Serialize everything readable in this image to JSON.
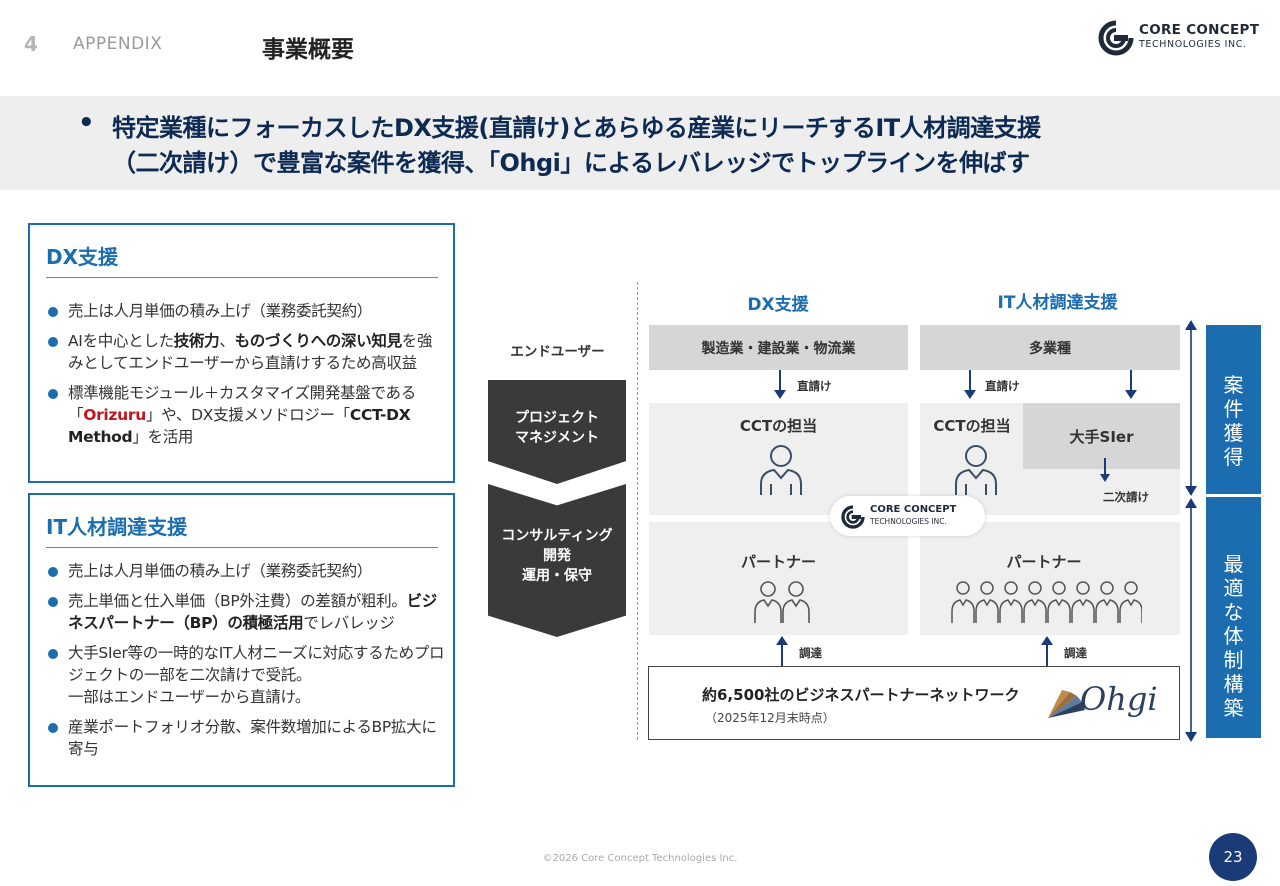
{
  "header": {
    "section_number": "4",
    "section_label": "APPENDIX",
    "page_title": "事業概要",
    "logo_line1": "CORE CONCEPT",
    "logo_line2": "TECHNOLOGIES INC."
  },
  "lead": {
    "bullet": "•",
    "line1": "特定業種にフォーカスしたDX支援(直請け)とあらゆる産業にリーチするIT人材調達支援",
    "line2": "（二次請け）で豊富な案件を獲得、「Ohgi」によるレバレッジでトップラインを伸ばす"
  },
  "dx_panel": {
    "title": "DX支援",
    "b1": "売上は人月単価の積み上げ（業務委託契約）",
    "b2_pre": "AIを中心とした",
    "b2_bold1": "技術力",
    "b2_mid": "、",
    "b2_bold2": "ものづくりへの深い知見",
    "b2_post": "を強みとしてエンドユーザーから直請けするため高収益",
    "b3_pre": "標準機能モジュール＋カスタマイズ開発基盤である「",
    "b3_red": "Orizuru",
    "b3_mid": "」や、DX支援メソドロジー「",
    "b3_bold": "CCT-DX Method",
    "b3_post": "」を活用"
  },
  "it_panel": {
    "title": "IT人材調達支援",
    "b1": "売上は人月単価の積み上げ（業務委託契約）",
    "b2_pre": "売上単価と仕入単価（BP外注費）の差額が粗利。",
    "b2_bold": "ビジネスパートナー（BP）の積極活用",
    "b2_post": "でレバレッジ",
    "b3_line1": "大手SIer等の一時的なIT人材ニーズに対応するためプロジェクトの一部を二次請けで受託。",
    "b3_line2": "一部はエンドユーザーから直請け。",
    "b4": "産業ポートフォリオ分散、案件数増加によるBP拡大に寄与"
  },
  "diagram": {
    "col_dx": "DX支援",
    "col_it": "IT人材調達支援",
    "end_user": "エンドユーザー",
    "industry_dx": "製造業・建設業・物流業",
    "industry_it": "多業種",
    "direct_1": "直請け",
    "direct_2": "直請け",
    "cct_dx": "CCTの担当",
    "cct_it": "CCTの担当",
    "sier": "大手SIer",
    "secondary": "二次請け",
    "pm_line1": "プロジェクト",
    "pm_line2": "マネジメント",
    "cons_line1": "コンサルティング",
    "cons_line2": "開発",
    "cons_line3": "運用・保守",
    "partner_dx": "パートナー",
    "partner_it": "パートナー",
    "procure_1": "調達",
    "procure_2": "調達",
    "network": "約6,500社のビジネスパートナーネットワーク",
    "network_date": "（2025年12月末時点）",
    "ohgi": "Ohgi",
    "side_top": [
      "案",
      "件",
      "獲",
      "得"
    ],
    "side_bottom": [
      "最",
      "適",
      "な",
      "体",
      "制",
      "構",
      "築"
    ],
    "center_logo1": "CORE CONCEPT",
    "center_logo2": "TECHNOLOGIES INC."
  },
  "footer": {
    "copyright": "©2026 Core Concept Technologies Inc.",
    "page": "23"
  },
  "colors": {
    "accent_blue": "#1c6db0",
    "navy": "#0d2a52",
    "red": "#c0161c",
    "page_badge": "#1a3a78"
  },
  "icons": [
    "person-icon",
    "people-group-icon",
    "arrow-down-icon",
    "arrow-up-icon",
    "double-arrow-icon",
    "logo-icon",
    "fan-logo-icon"
  ]
}
